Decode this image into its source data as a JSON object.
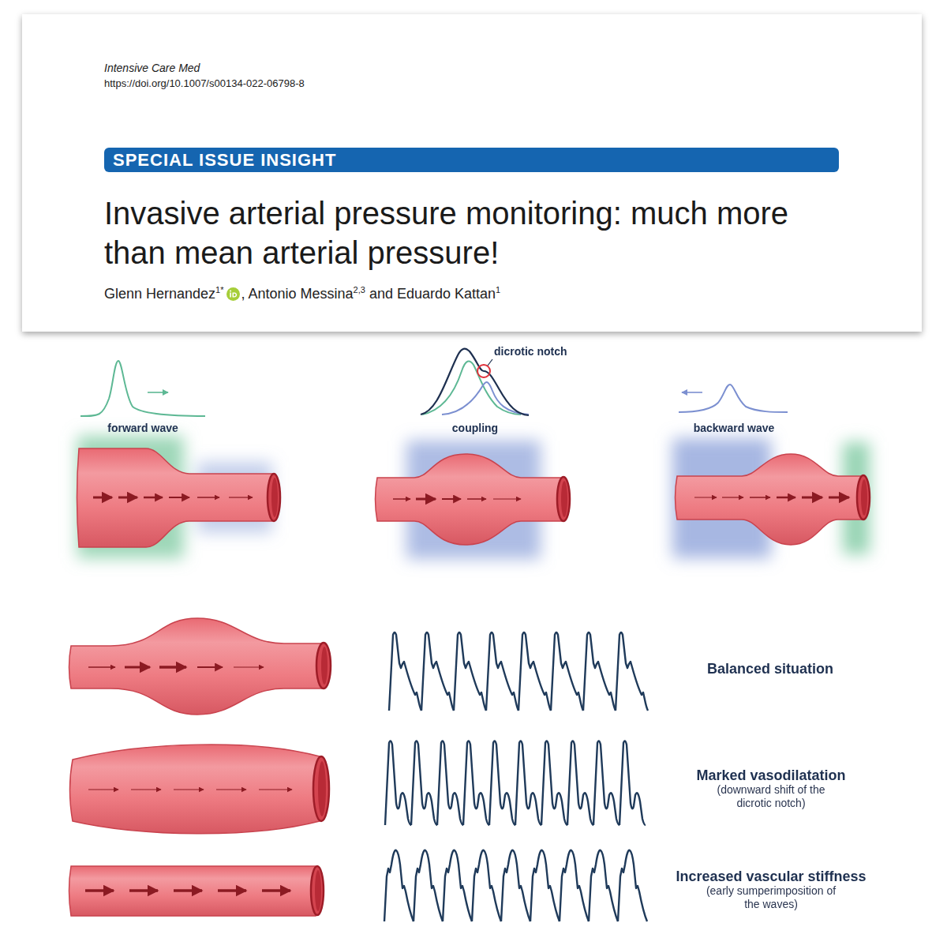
{
  "diagram": {
    "title": "Invasive arterial pressure monitoring: much more than mean arterial pressure!",
    "nodes": [
      {
        "text": [
          "Intensive Care Med",
          "https://doi.org/10.1007/s00134-022-06798-8"
        ]
      },
      {
        "text": [
          "SPECIAL ISSUE INSIGHT"
        ],
        "in": 0
      }
    ],
    "labels": [
      "Glenn Hernandez",
      "1*",
      ", Antonio Messina",
      "2,3",
      "and Eduardo Kattan",
      "1",
      "forward wave",
      "dicrotic notch",
      "coupling",
      "backward wave",
      "Balanced situation",
      "Marked vasodilatation",
      "(downward shift of the dicrotic notch)",
      "Increased vascular stiffness",
      "(early sumperimposition of the waves)"
    ]
  }
}
